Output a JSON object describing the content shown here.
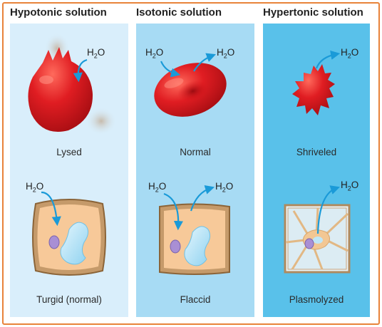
{
  "columns": [
    {
      "heading": "Hypotonic solution",
      "animal_cell_label": "Lysed",
      "plant_cell_label": "Turgid (normal)"
    },
    {
      "heading": "Isotonic solution",
      "animal_cell_label": "Normal",
      "plant_cell_label": "Flaccid"
    },
    {
      "heading": "Hypertonic solution",
      "animal_cell_label": "Shriveled",
      "plant_cell_label": "Plasmolyzed"
    }
  ],
  "water_label": {
    "main": "H",
    "sub": "2",
    "tail": "O"
  },
  "colors": {
    "frame": "#e8833a",
    "hypotonic_panel": "#d9eefb",
    "isotonic_panel": "#a7dbf4",
    "hypertonic_panel": "#59c1ea",
    "red_blood_cell": "#d8151b",
    "plant_cell_wall": "#a47a4e",
    "cytoplasm": "#f7c999",
    "vacuole": "#bfe6f7",
    "nucleus": "#a98fd4",
    "arrow": "#1a9ad8"
  }
}
